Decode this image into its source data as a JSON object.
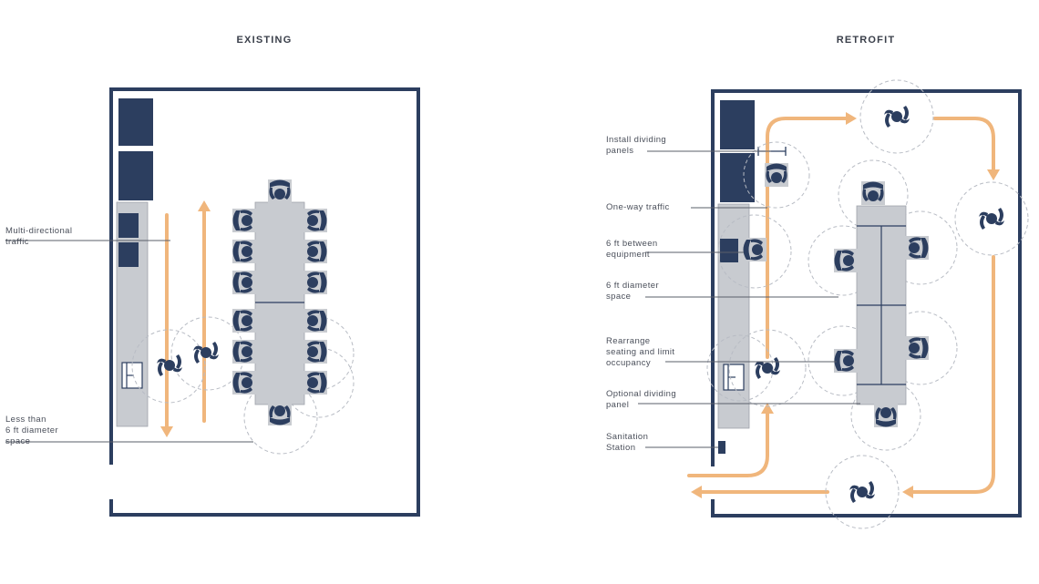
{
  "existing": {
    "title": "EXISTING",
    "callouts": [
      {
        "lines": [
          "Multi-directional",
          "traffic"
        ]
      },
      {
        "lines": [
          "Less than",
          "6 ft diameter",
          "space"
        ]
      }
    ]
  },
  "retrofit": {
    "title": "RETROFIT",
    "callouts": [
      {
        "lines": [
          "Install dividing",
          "panels"
        ]
      },
      {
        "lines": [
          "One-way traffic"
        ]
      },
      {
        "lines": [
          "6 ft between",
          "equipment"
        ]
      },
      {
        "lines": [
          "6 ft diameter",
          "space"
        ]
      },
      {
        "lines": [
          "Rearrange",
          "seating and limit",
          "occupancy"
        ]
      },
      {
        "lines": [
          "Optional dividing",
          "panel"
        ]
      },
      {
        "lines": [
          "Sanitation",
          "Station"
        ]
      }
    ]
  },
  "colors": {
    "wall": "#2c3e5f",
    "furniture": "#c8cbd0",
    "flow": "#f0b67c",
    "zone": "#b8bcc4"
  },
  "icons": [
    "person-seated-icon",
    "person-standing-icon",
    "arrow-icon",
    "sanitation-station-icon"
  ]
}
